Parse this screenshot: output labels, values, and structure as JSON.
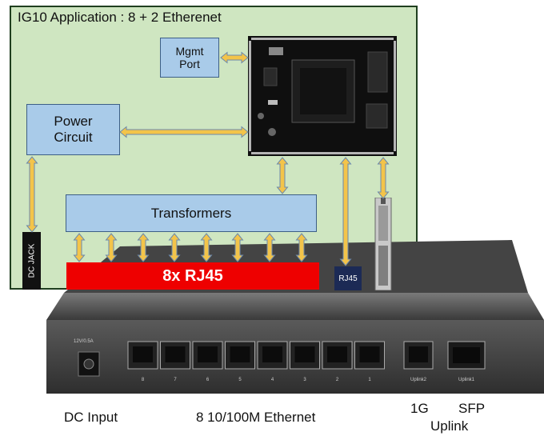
{
  "diagram": {
    "title": "IG10 Application : 8 + 2 Etherenet",
    "blocks": {
      "mgmt_port": "Mgmt\nPort",
      "power_circuit": "Power\nCircuit",
      "transformers": "Transformers",
      "dc_jack": "DC JACK",
      "rj45_bank": "8x RJ45",
      "rj45_single": "RJ45"
    },
    "switch_panel": {
      "power_rating": "12V/0.5A",
      "port_numbers": [
        "8",
        "7",
        "6",
        "5",
        "4",
        "3",
        "2",
        "1"
      ],
      "uplink_labels": [
        "Uplink2",
        "Uplink1"
      ]
    },
    "captions": {
      "dc_input": "DC Input",
      "ethernet": "8 10/100M Ethernet",
      "gigabit": "1G",
      "sfp": "SFP",
      "uplink": "Uplink"
    },
    "colors": {
      "board": "#cfe6c1",
      "block": "#a9cbe9",
      "rj45_bank": "#ee0000",
      "arrow_fill": "#f3c44a",
      "arrow_stroke": "#6b88ad"
    }
  }
}
